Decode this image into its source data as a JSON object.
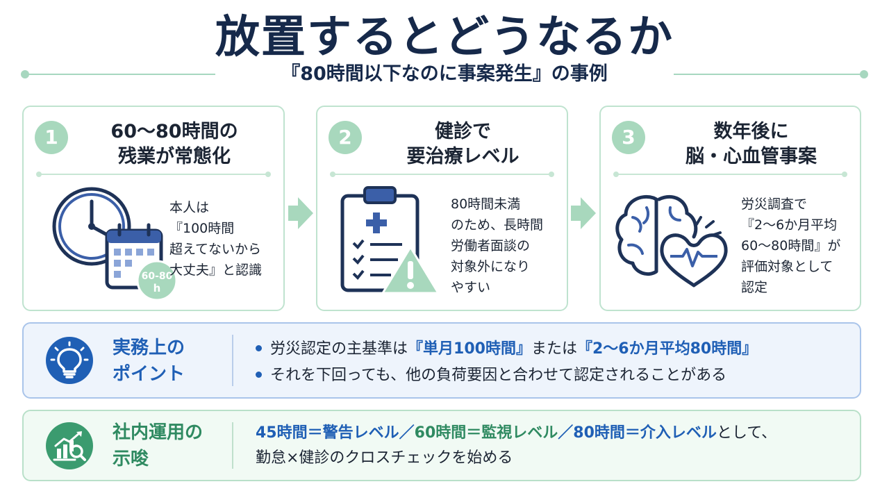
{
  "title": "放置するとどうなるか",
  "subtitle": "『80時間以下なのに事案発生』の事例",
  "cards": [
    {
      "number": "1",
      "title_line1": "60〜80時間の",
      "title_line2": "残業が常態化",
      "text": "本人は\n『100時間\n超えてないから\n大丈夫』と認識",
      "icon": "clock-calendar-icon",
      "icon_badge": "60-80",
      "icon_badge_unit": "h"
    },
    {
      "number": "2",
      "title_line1": "健診で",
      "title_line2": "要治療レベル",
      "text": "80時間未満\nのため、長時間\n労働者面談の\n対象外になり\nやすい",
      "icon": "clipboard-warning-icon"
    },
    {
      "number": "3",
      "title_line1": "数年後に",
      "title_line2": "脳・心血管事案",
      "text": "労災調査で\n『2〜6か月平均\n60〜80時間』が\n評価対象として\n認定",
      "icon": "brain-heart-icon"
    }
  ],
  "point": {
    "label": "実務上の\nポイント",
    "icon": "lightbulb-icon",
    "bullet1_prefix": "労災認定の主基準は",
    "bullet1_hl1": "『単月100時間』",
    "bullet1_mid": "または",
    "bullet1_hl2": "『2〜6か月平均80時間』",
    "bullet2": "それを下回っても、他の負荷要因と合わせて認定されることがある"
  },
  "ops": {
    "label": "社内運用の\n示唆",
    "icon": "chart-magnifier-icon",
    "seg1": "45時間＝警告レベル",
    "sep1": "／",
    "seg2": "60時間＝監視レベル",
    "sep2": "／",
    "seg3": "80時間＝介入レベル",
    "tail": "として、",
    "line2": "勤怠×健診のクロスチェックを始める"
  },
  "colors": {
    "navy": "#16294a",
    "accent_blue": "#1f5fb5",
    "accent_green": "#2f8a61",
    "mint": "#a8d8bd"
  }
}
